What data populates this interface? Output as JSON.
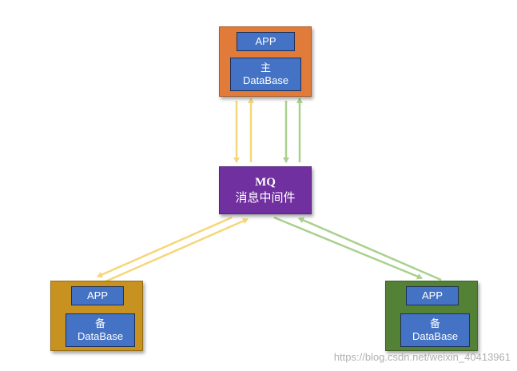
{
  "colors": {
    "primary_node": "#e07b39",
    "backup_left_node": "#c7921f",
    "backup_right_node": "#538135",
    "mq_node": "#7030a0",
    "inner_box": "#4472c4",
    "arrow_yellow": "#f5d77a",
    "arrow_green": "#a9d18e"
  },
  "primary": {
    "app": "APP",
    "db_line1": "主",
    "db_line2": "DataBase"
  },
  "mq": {
    "title": "MQ",
    "subtitle": "消息中间件"
  },
  "backup_left": {
    "app": "APP",
    "db_line1": "备",
    "db_line2": "DataBase"
  },
  "backup_right": {
    "app": "APP",
    "db_line1": "备",
    "db_line2": "DataBase"
  },
  "watermark": "https://blog.csdn.net/weixin_40413961"
}
